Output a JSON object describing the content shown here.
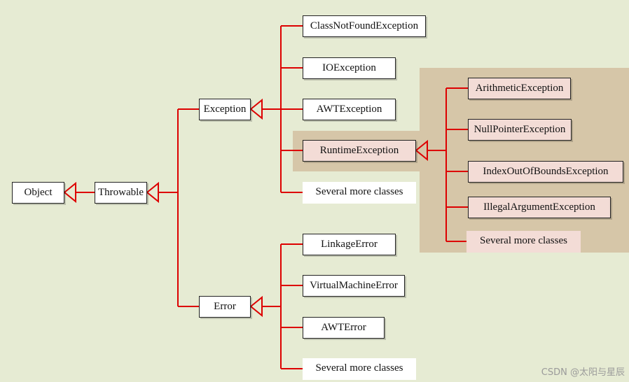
{
  "colors": {
    "background": "#e6ebd3",
    "connector": "#dd0000",
    "highlight_panel": "#d6c6a8",
    "highlight_node": "#f3dcd6"
  },
  "nodes": {
    "object": "Object",
    "throwable": "Throwable",
    "exception": "Exception",
    "error": "Error",
    "class_not_found": "ClassNotFoundException",
    "io_exception": "IOException",
    "awt_exception": "AWTException",
    "runtime_exception": "RuntimeException",
    "exception_more": "Several more classes",
    "arithmetic": "ArithmeticException",
    "null_pointer": "NullPointerException",
    "index_out_of_bounds": "IndexOutOfBoundsException",
    "illegal_argument": "IllegalArgumentException",
    "runtime_more": "Several more classes",
    "linkage_error": "LinkageError",
    "virtual_machine_error": "VirtualMachineError",
    "awt_error": "AWTError",
    "error_more": "Several more classes"
  },
  "watermark": "CSDN @太阳与星辰"
}
